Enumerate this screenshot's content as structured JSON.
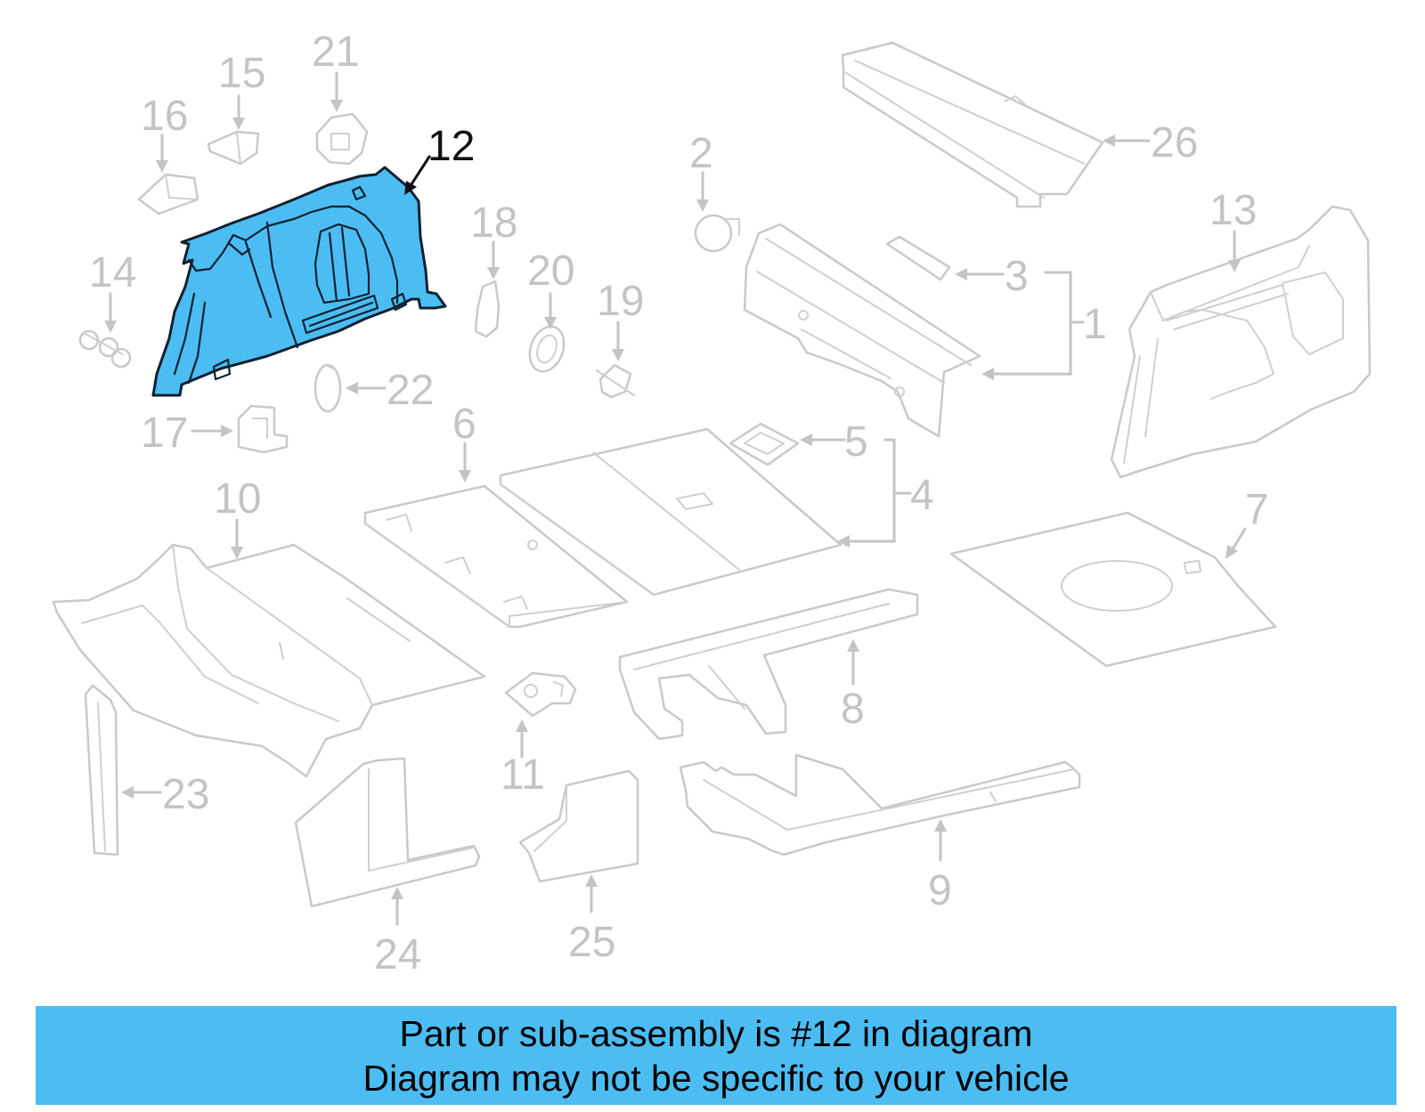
{
  "diagram": {
    "highlighted_part": "12",
    "highlight_color": "#4bbdf2",
    "line_color": "#c4c4c4",
    "callouts": {
      "n1": "1",
      "n2": "2",
      "n3": "3",
      "n4": "4",
      "n5": "5",
      "n6": "6",
      "n7": "7",
      "n8": "8",
      "n9": "9",
      "n10": "10",
      "n11": "11",
      "n12": "12",
      "n13": "13",
      "n14": "14",
      "n15": "15",
      "n16": "16",
      "n17": "17",
      "n18": "18",
      "n19": "19",
      "n20": "20",
      "n21": "21",
      "n22": "22",
      "n23": "23",
      "n24": "24",
      "n25": "25",
      "n26": "26"
    }
  },
  "banner": {
    "background": "#4bbdf2",
    "line1": "Part or sub-assembly is #12 in diagram",
    "line2": "Diagram may not be specific to your vehicle"
  }
}
